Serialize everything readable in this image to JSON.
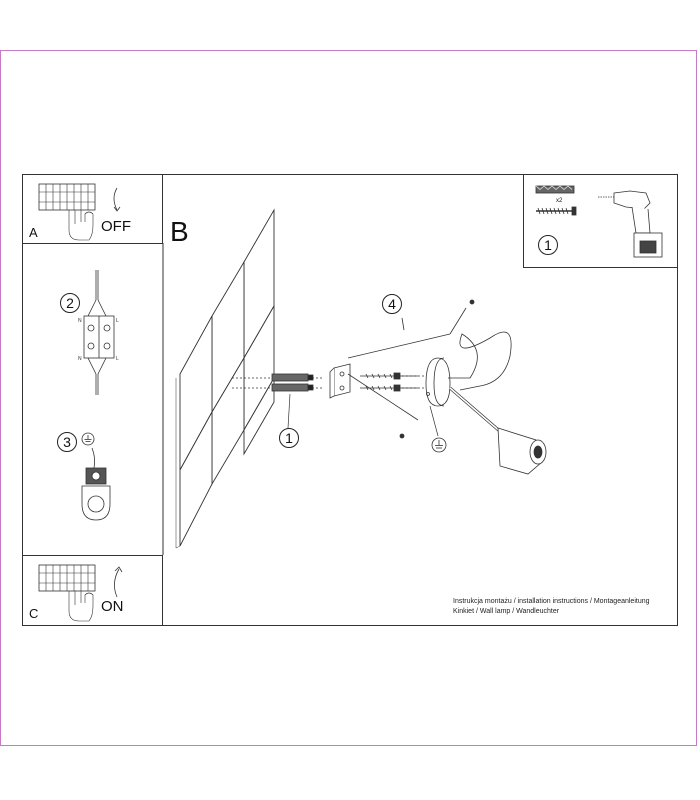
{
  "panels": {
    "a": {
      "letter": "A",
      "action": "OFF"
    },
    "b": {
      "letter": "B"
    },
    "c": {
      "letter": "C",
      "action": "ON"
    }
  },
  "steps": {
    "tools": "1",
    "wiring": "2",
    "ground": "3",
    "mount_screws": "1",
    "fixture": "4"
  },
  "quantity": "x2",
  "footer": {
    "line1": "Instrukcja montażu / installation instructions / Montageanleitung",
    "line2": "Kinkiet / Wall lamp / Wandleuchter"
  },
  "colors": {
    "border": "#c77bc7",
    "ink": "#333333"
  }
}
